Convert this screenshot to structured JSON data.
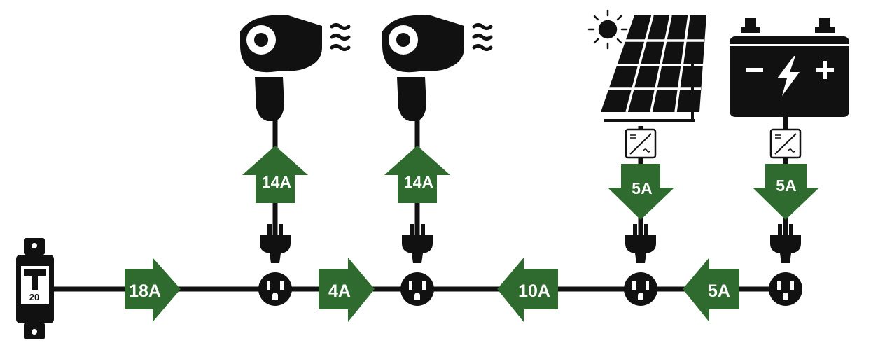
{
  "colors": {
    "arrow": "#2f6b2f",
    "ink": "#111111",
    "background": "#ffffff"
  },
  "breaker": {
    "rating": "20"
  },
  "wire_arrows": [
    {
      "id": "segment-1",
      "label": "18A",
      "direction": "right"
    },
    {
      "id": "segment-2",
      "label": "4A",
      "direction": "right"
    },
    {
      "id": "segment-3",
      "label": "10A",
      "direction": "left"
    },
    {
      "id": "segment-4",
      "label": "5A",
      "direction": "left"
    }
  ],
  "devices": [
    {
      "id": "hair-dryer-1",
      "icon": "hair-dryer-icon",
      "label": "14A",
      "flow": "up"
    },
    {
      "id": "hair-dryer-2",
      "icon": "hair-dryer-icon",
      "label": "14A",
      "flow": "up"
    },
    {
      "id": "solar-panel",
      "icon": "solar-panel-icon",
      "label": "5A",
      "flow": "down"
    },
    {
      "id": "battery",
      "icon": "battery-icon",
      "label": "5A",
      "flow": "down"
    }
  ]
}
